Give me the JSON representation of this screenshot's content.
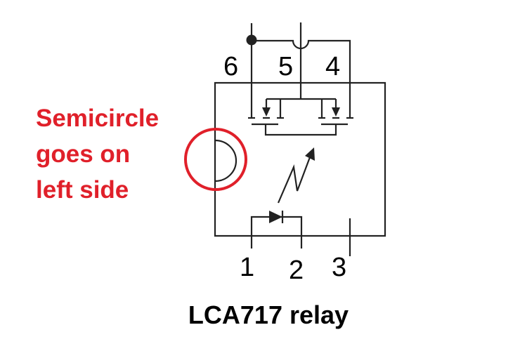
{
  "title": "LCA717 relay",
  "annotation": {
    "lines": [
      "Semicircle",
      "goes on",
      "left side"
    ]
  },
  "pins": {
    "p1": "1",
    "p2": "2",
    "p3": "3",
    "p4": "4",
    "p5": "5",
    "p6": "6"
  },
  "colors": {
    "annotation": "#e0202a",
    "line": "#222222"
  }
}
